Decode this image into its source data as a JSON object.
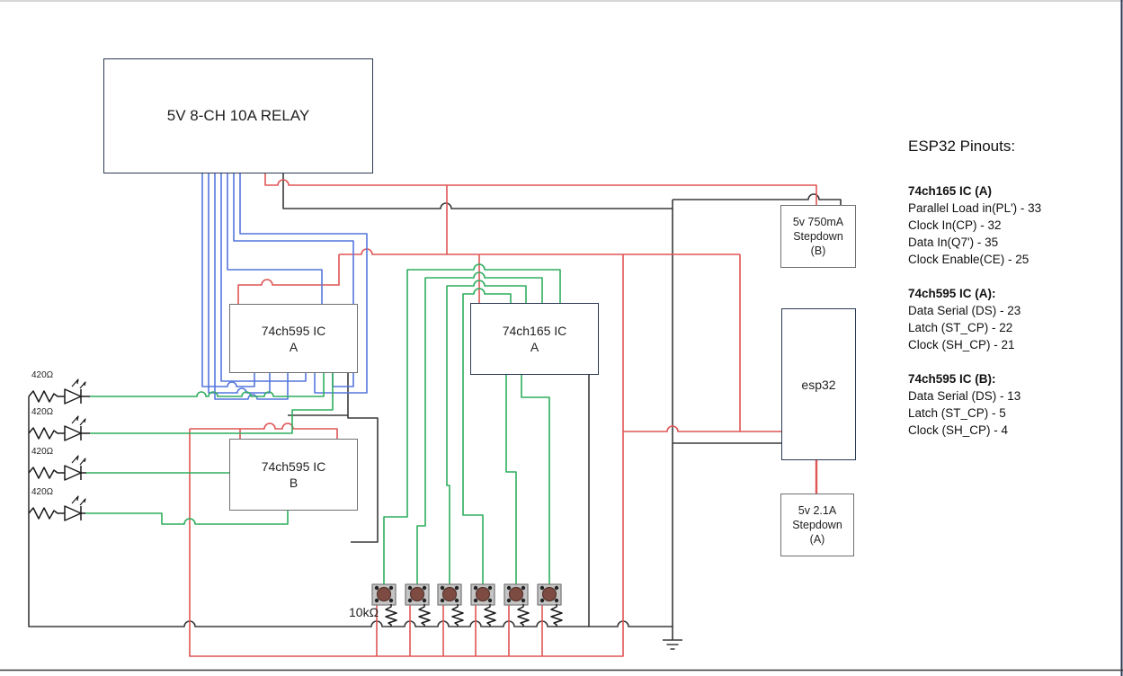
{
  "diagram": {
    "boxes": {
      "relay": {
        "label": "5V 8-CH 10A RELAY"
      },
      "ic595a": {
        "line1": "74ch595 IC",
        "line2": "A"
      },
      "ic165a": {
        "line1": "74ch165 IC",
        "line2": "A"
      },
      "ic595b": {
        "line1": "74ch595 IC",
        "line2": "B"
      },
      "esp32": {
        "label": "esp32"
      },
      "stepdown_b": {
        "line1": "5v 750mA",
        "line2": "Stepdown",
        "line3": "(B)"
      },
      "stepdown_a": {
        "line1": "5v 2.1A",
        "line2": "Stepdown",
        "line3": "(A)"
      }
    },
    "labels": {
      "led_resistor": "420Ω",
      "button_resistor": "10kΩ"
    },
    "wire_colors": {
      "power_red": "#e05555",
      "ground_black": "#3a3a3a",
      "signal_green": "#2fae5e",
      "relay_blue": "#5577dd"
    },
    "counts": {
      "leds": 4,
      "buttons": 6
    }
  },
  "pinouts": {
    "title": "ESP32 Pinouts:",
    "sections": [
      {
        "heading": "74ch165 IC (A)",
        "lines": [
          "Parallel Load in(PL') - 33",
          "Clock In(CP) - 32",
          "Data In(Q7') - 35",
          "Clock Enable(CE) - 25"
        ]
      },
      {
        "heading": "74ch595 IC (A):",
        "lines": [
          "Data Serial (DS) - 23",
          "Latch (ST_CP) - 22",
          "Clock (SH_CP) - 21"
        ]
      },
      {
        "heading": "74ch595 IC (B):",
        "lines": [
          "Data Serial (DS) - 13",
          "Latch (ST_CP) - 5",
          "Clock (SH_CP) - 4"
        ]
      }
    ]
  }
}
